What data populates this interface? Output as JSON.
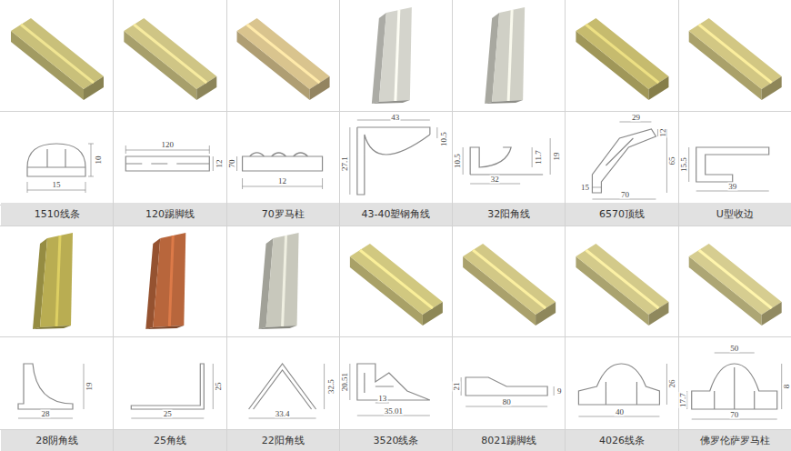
{
  "diagram": {
    "nodes": [
      {
        "text": [
          "1510线条"
        ]
      },
      {
        "text": [
          "120踢脚线"
        ]
      },
      {
        "text": [
          "70罗马柱"
        ]
      },
      {
        "text": [
          "43-40塑钢角线"
        ]
      },
      {
        "text": [
          "32阳角线"
        ]
      },
      {
        "text": [
          "6570顶线"
        ]
      },
      {
        "text": [
          "U型收边"
        ]
      },
      {
        "text": [
          "28阴角线"
        ]
      },
      {
        "text": [
          "25角线"
        ]
      },
      {
        "text": [
          "22阳角线"
        ]
      },
      {
        "text": [
          "3520线条"
        ]
      },
      {
        "text": [
          "8021踢脚线"
        ]
      },
      {
        "text": [
          "4026线条"
        ]
      },
      {
        "text": [
          "佛罗伦萨罗马柱"
        ]
      }
    ],
    "labels": [
      "10",
      "15",
      "120",
      "12",
      "70",
      "12",
      "43",
      "10.5",
      "27.1",
      "10.5",
      "11.7",
      "19",
      "32",
      "29",
      "12",
      "65",
      "70",
      "15",
      "15.5",
      "39",
      "19",
      "28",
      "25",
      "25",
      "32.5",
      "33.4",
      "20.51",
      "13",
      "35.01",
      "21",
      "80",
      "9",
      "26",
      "40",
      "50",
      "17.7",
      "8",
      "70"
    ]
  }
}
